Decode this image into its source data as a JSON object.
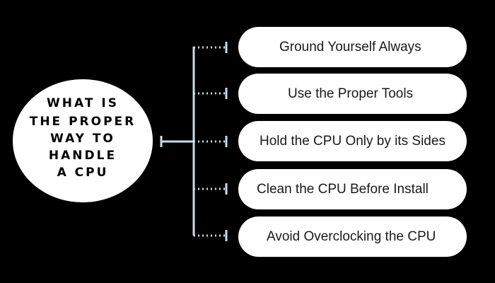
{
  "central_topic": {
    "lines": [
      "WHAT IS",
      "THE PROPER",
      "WAY TO",
      "HANDLE",
      "A CPU"
    ]
  },
  "steps": [
    {
      "label": "Ground Yourself Always"
    },
    {
      "label": "Use the Proper Tools"
    },
    {
      "label": "Hold the CPU Only by its Sides"
    },
    {
      "label": "Clean the CPU Before Install"
    },
    {
      "label": "Avoid Overclocking the CPU"
    }
  ],
  "colors": {
    "background": "#000000",
    "shape_fill": "#ffffff",
    "connector": "#c9dde3",
    "text": "#1a1a1a"
  }
}
